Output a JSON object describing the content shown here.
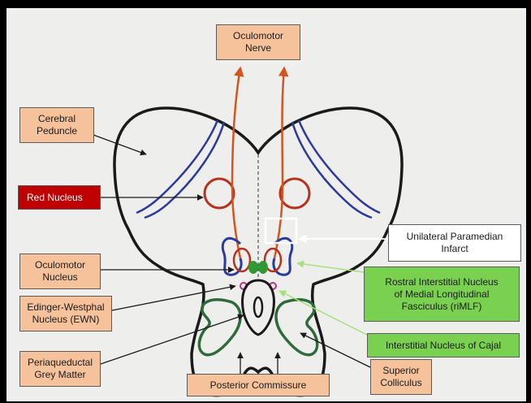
{
  "labels": {
    "oculomotor_nerve": "Oculomotor\nNerve",
    "cerebral_peduncle": "Cerebral\nPeduncle",
    "red_nucleus": "Red Nucleus",
    "oculomotor_nucleus": "Oculomotor\nNucleus",
    "edinger_westphal": "Edinger-Westphal\nNucleus (EWN)",
    "periaqueductal": "Periaqueductal\nGrey Matter",
    "posterior_commissure": "Posterior Commissure",
    "unilateral_infarct": "Unilateral Paramedian\nInfarct",
    "riMLF": "Rostral Interstitial Nucleus\nof Medial Longitudinal\nFasciculus (riMLF)",
    "interstitial_cajal": "Interstitial Nucleus of Cajal",
    "superior_colliculus": "Superior\nColliculus"
  },
  "colors": {
    "label_peach": "#f6c29c",
    "label_red": "#c00000",
    "label_green": "#7ad14f",
    "outline": "#1a1a1a",
    "red_nucleus_stroke": "#b5321c",
    "nerve_orange": "#d4541d",
    "peduncle_blue": "#2b3a9c",
    "oculomotor_nucleus_green": "#2f9a34",
    "ewn_magenta": "#c0307c",
    "colliculus_green": "#2f6b3a",
    "infarct_arrow_green": "#a6e07c"
  }
}
